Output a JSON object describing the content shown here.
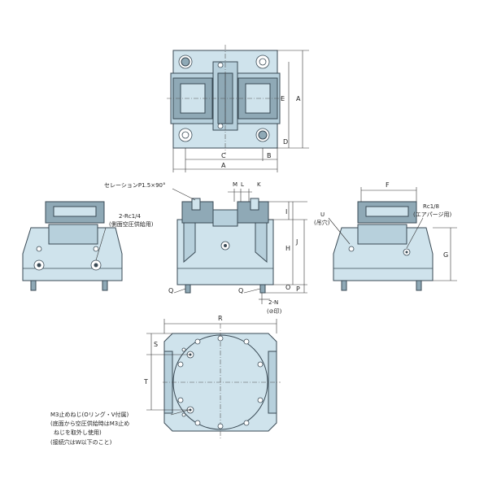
{
  "labels": {
    "top_A_vert": "A",
    "top_E": "E",
    "top_D": "D",
    "top_C": "C",
    "top_B": "B",
    "top_A_horiz": "A",
    "serration": "セレーションP1.5×90°",
    "M": "M",
    "L": "L",
    "K": "K",
    "I": "I",
    "H": "H",
    "J": "J",
    "O": "O",
    "P": "P",
    "Q_left": "Q",
    "Q_right": "Q",
    "N2": "2-N",
    "N2_sub": "(⊘印)",
    "rc14": "2-Rc1/4",
    "rc14_sub": "(側面空圧供給用)",
    "F": "F",
    "U": "U",
    "U_sub": "(吊穴)",
    "rc18": "Rc1/8",
    "rc18_sub": "(エアパージ用)",
    "G": "G",
    "R": "R",
    "S": "S",
    "T": "T",
    "note1": "M3止めねじ(Oリング・V付属)",
    "note2": "(底面から空圧供給時はM3止め",
    "note3": "ねじを取外し使用)",
    "note4": "(接続穴はW以下のこと)"
  }
}
